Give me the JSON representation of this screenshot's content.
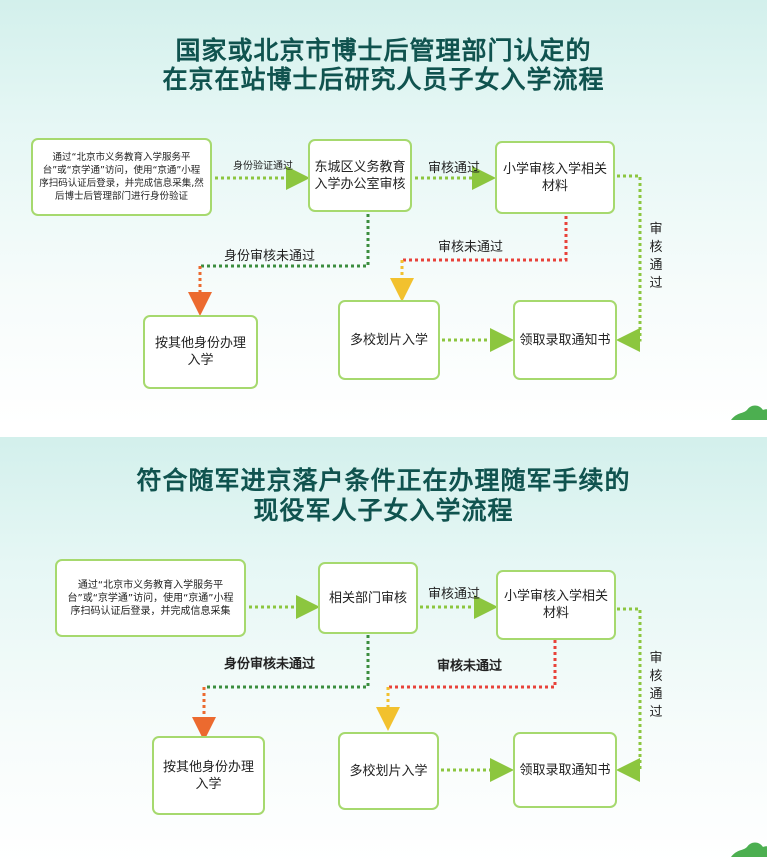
{
  "panel1": {
    "title_line1": "国家或北京市博士后管理部门认定的",
    "title_line2": "在京在站博士后研究人员子女入学流程",
    "box_start": "通过“北京市义务教育入学服务平台”或“京学通”访问，使用“京通”小程序扫码认证后登录，并完成信息采集,然后博士后管理部门进行身份验证",
    "box_review": "东城区义务教育入学办公室审核",
    "box_primary": "小学审核入学相关材料",
    "box_other": "按其他身份办理入学",
    "box_multi": "多校划片入学",
    "box_notice": "领取录取通知书",
    "label_identity_pass": "身份验证通过",
    "label_review_pass": "审核通过",
    "label_identity_fail": "身份审核未通过",
    "label_review_fail": "审核未通过",
    "label_vertical_pass": [
      "审",
      "核",
      "通",
      "过"
    ]
  },
  "panel2": {
    "title_line1": "符合随军进京落户条件正在办理随军手续的",
    "title_line2": "现役军人子女入学流程",
    "box_start": "通过“北京市义务教育入学服务平台”或“京学通”访问，使用“京通”小程序扫码认证后登录，并完成信息采集",
    "box_review": "相关部门审核",
    "box_primary": "小学审核入学相关材料",
    "box_other": "按其他身份办理入学",
    "box_multi": "多校划片入学",
    "box_notice": "领取录取通知书",
    "label_review_pass": "审核通过",
    "label_identity_fail": "身份审核未通过",
    "label_review_fail": "审核未通过",
    "label_vertical_pass": [
      "审",
      "核",
      "通",
      "过"
    ]
  },
  "colors": {
    "title": "#10534f",
    "box_border": "#a6d96e",
    "arrow_green": "#8cc63f",
    "arrow_darkgreen": "#3b8d3e",
    "arrow_orange": "#ec6a2f",
    "arrow_red": "#e8423a",
    "arrow_yellow": "#f2c12e"
  }
}
